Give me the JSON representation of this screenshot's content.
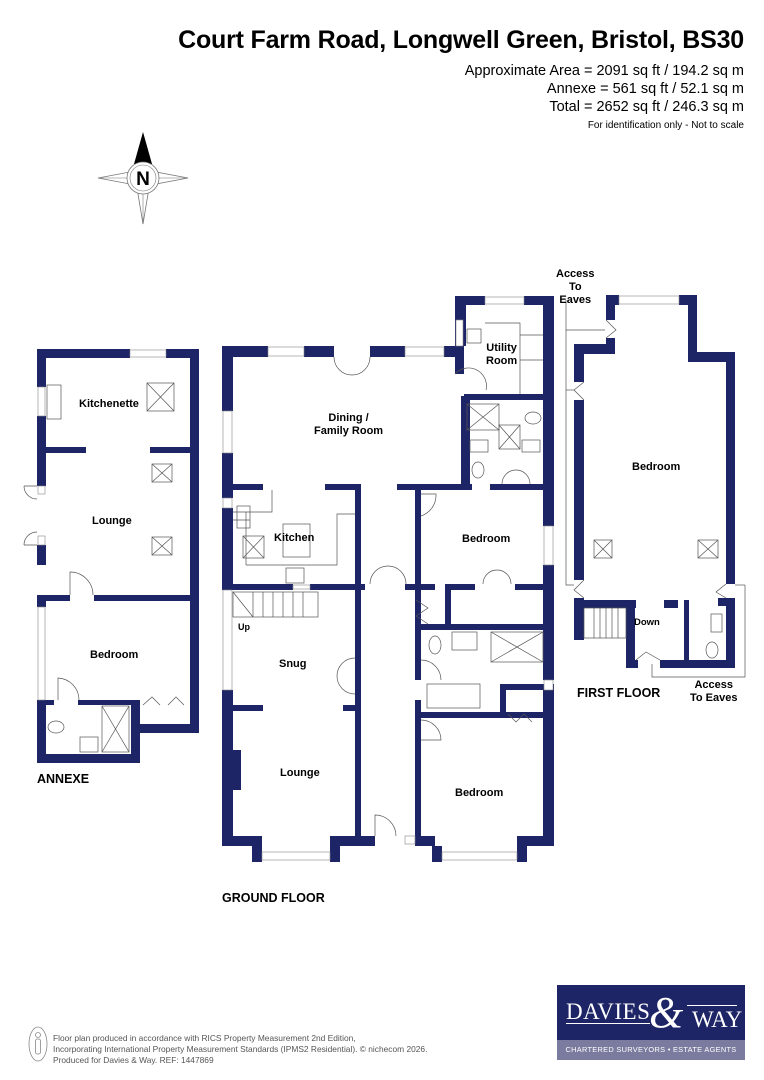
{
  "header": {
    "title": "Court Farm Road, Longwell Green, Bristol, BS30",
    "area_lines": [
      "Approximate Area = 2091 sq ft / 194.2 sq m",
      "Annexe = 561 sq ft / 52.1 sq m",
      "Total = 2652 sq ft / 246.3 sq m"
    ],
    "note": "For identification only - Not to scale"
  },
  "compass": {
    "label": "N",
    "icon": "compass-north-icon"
  },
  "colors": {
    "wall": "#1e2566",
    "logo_bg": "#1e2566",
    "logo_band": "#7a7b9e",
    "fixture_line": "#555555"
  },
  "floors": {
    "annexe": {
      "label": "ANNEXE",
      "rooms": [
        {
          "name": "Kitchenette"
        },
        {
          "name": "Lounge"
        },
        {
          "name": "Bedroom"
        }
      ]
    },
    "ground": {
      "label": "GROUND FLOOR",
      "rooms": [
        {
          "name": "Utility Room",
          "line1": "Utility",
          "line2": "Room"
        },
        {
          "name": "Dining / Family Room",
          "line1": "Dining /",
          "line2": "Family Room"
        },
        {
          "name": "Kitchen"
        },
        {
          "name": "Bedroom"
        },
        {
          "name": "Snug"
        },
        {
          "name": "Lounge"
        },
        {
          "name": "Bedroom"
        }
      ],
      "stairs_label": "Up"
    },
    "first": {
      "label": "FIRST FLOOR",
      "rooms": [
        {
          "name": "Bedroom"
        }
      ],
      "stairs_label": "Down",
      "eaves_top": {
        "line1": "Access",
        "line2": "To",
        "line3": "Eaves"
      },
      "eaves_bottom": {
        "line1": "Access",
        "line2": "To Eaves"
      }
    }
  },
  "footer": {
    "lines": [
      "Floor plan produced in accordance with RICS Property Measurement 2nd Edition,",
      "Incorporating International Property Measurement Standards (IPMS2 Residential).   © nichecom 2026.",
      "Produced for Davies & Way.   REF:  1447869"
    ]
  },
  "logo": {
    "davies": "DAVIES",
    "amp": "&",
    "way": "WAY",
    "tagline": "CHARTERED SURVEYORS • ESTATE AGENTS"
  }
}
